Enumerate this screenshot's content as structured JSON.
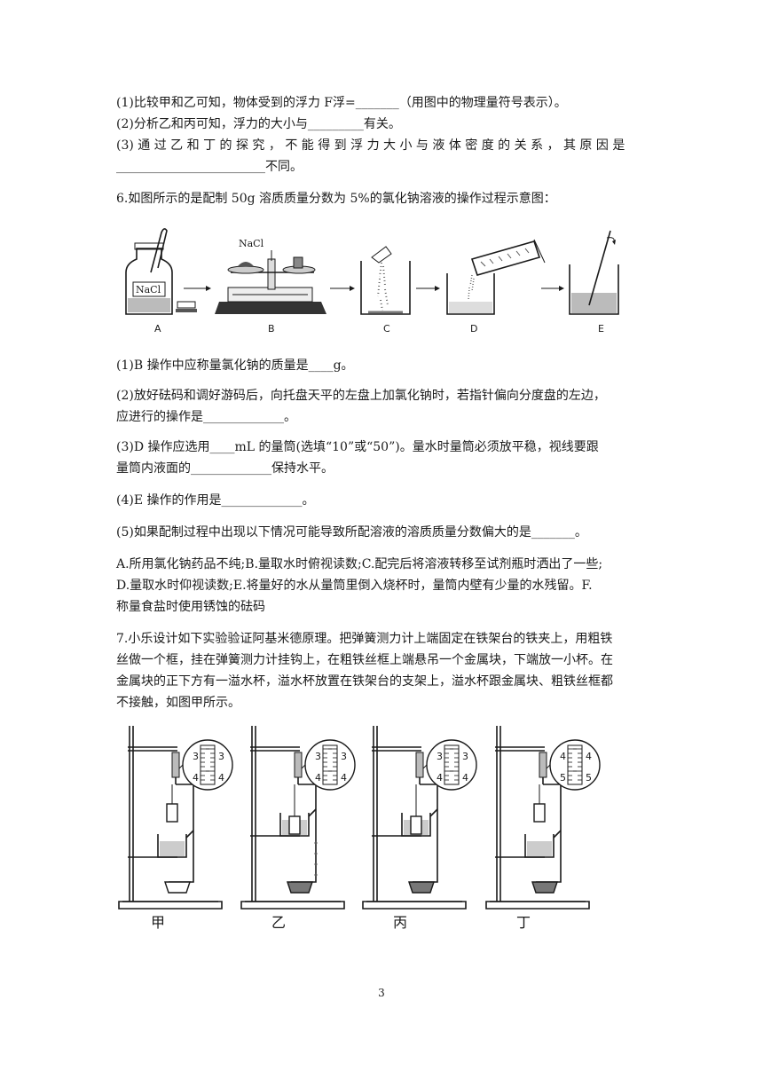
{
  "lines": [
    "(1)比较甲和乙可知，物体受到的浮力 F浮=_______（用图中的物理量符号表示）。",
    "(2)分析乙和丙可知，浮力的大小与_________有关。",
    "(3) 通 过 乙 和 丁 的 探 究 ， 不 能 得 到 浮 力 大 小 与 液 体 密 度 的 关 系 ， 其 原 因 是",
    "________________________不同。",
    "6.如图所示的是配制 50g 溶质质量分数为 5%的氯化钠溶液的操作过程示意图：",
    "(1)B 操作中应称量氯化钠的质量是____g。",
    "(2)放好砝码和调好游码后，向托盘天平的左盘上加氯化钠时，若指针偏向分度盘的左边，",
    "应进行的操作是_____________。",
    "(3)D 操作应选用____mL 的量筒(选填“10”或“50”)。量水时量筒必须放平稳，视线要跟",
    "量筒内液面的_____________保持水平。",
    "(4)E 操作的作用是_____________。",
    "(5)如果配制过程中出现以下情况可能导致所配溶液的溶质质量分数偏大的是_______。",
    "A.所用氯化钠药品不纯;B.量取水时俯视读数;C.配完后将溶液转移至试剂瓶时洒出了一些;",
    "D.量取水时仰视读数;E.将量好的水从量筒里倒入烧杯时，量筒内壁有少量的水残留。F.",
    "称量食盐时使用锈蚀的砝码",
    "7.小乐设计如下实验验证阿基米德原理。把弹簧测力计上端固定在铁架台的铁夹上，用粗铁",
    "丝做一个框，挂在弹簧测力计挂钩上，在粗铁丝框上端悬吊一个金属块，下端放一小杯。在",
    "金属块的正下方有一溢水杯，溢水杯放置在铁架台的支架上，溢水杯跟金属块、粗铁丝框都",
    "不接触，如图甲所示。"
  ],
  "fig6": {
    "labels": [
      "A",
      "B",
      "C",
      "D",
      "E"
    ],
    "bottle_label": "NaCl",
    "balance_label": "NaCl"
  },
  "fig7": {
    "labels": [
      "甲",
      "乙",
      "丙",
      "丁"
    ],
    "scales": [
      {
        "top": "3",
        "bottom": "4"
      },
      {
        "top": "3",
        "bottom": "4"
      },
      {
        "top": "3",
        "bottom": "4"
      },
      {
        "top": "4",
        "bottom": "5"
      }
    ]
  },
  "page_number": "3"
}
